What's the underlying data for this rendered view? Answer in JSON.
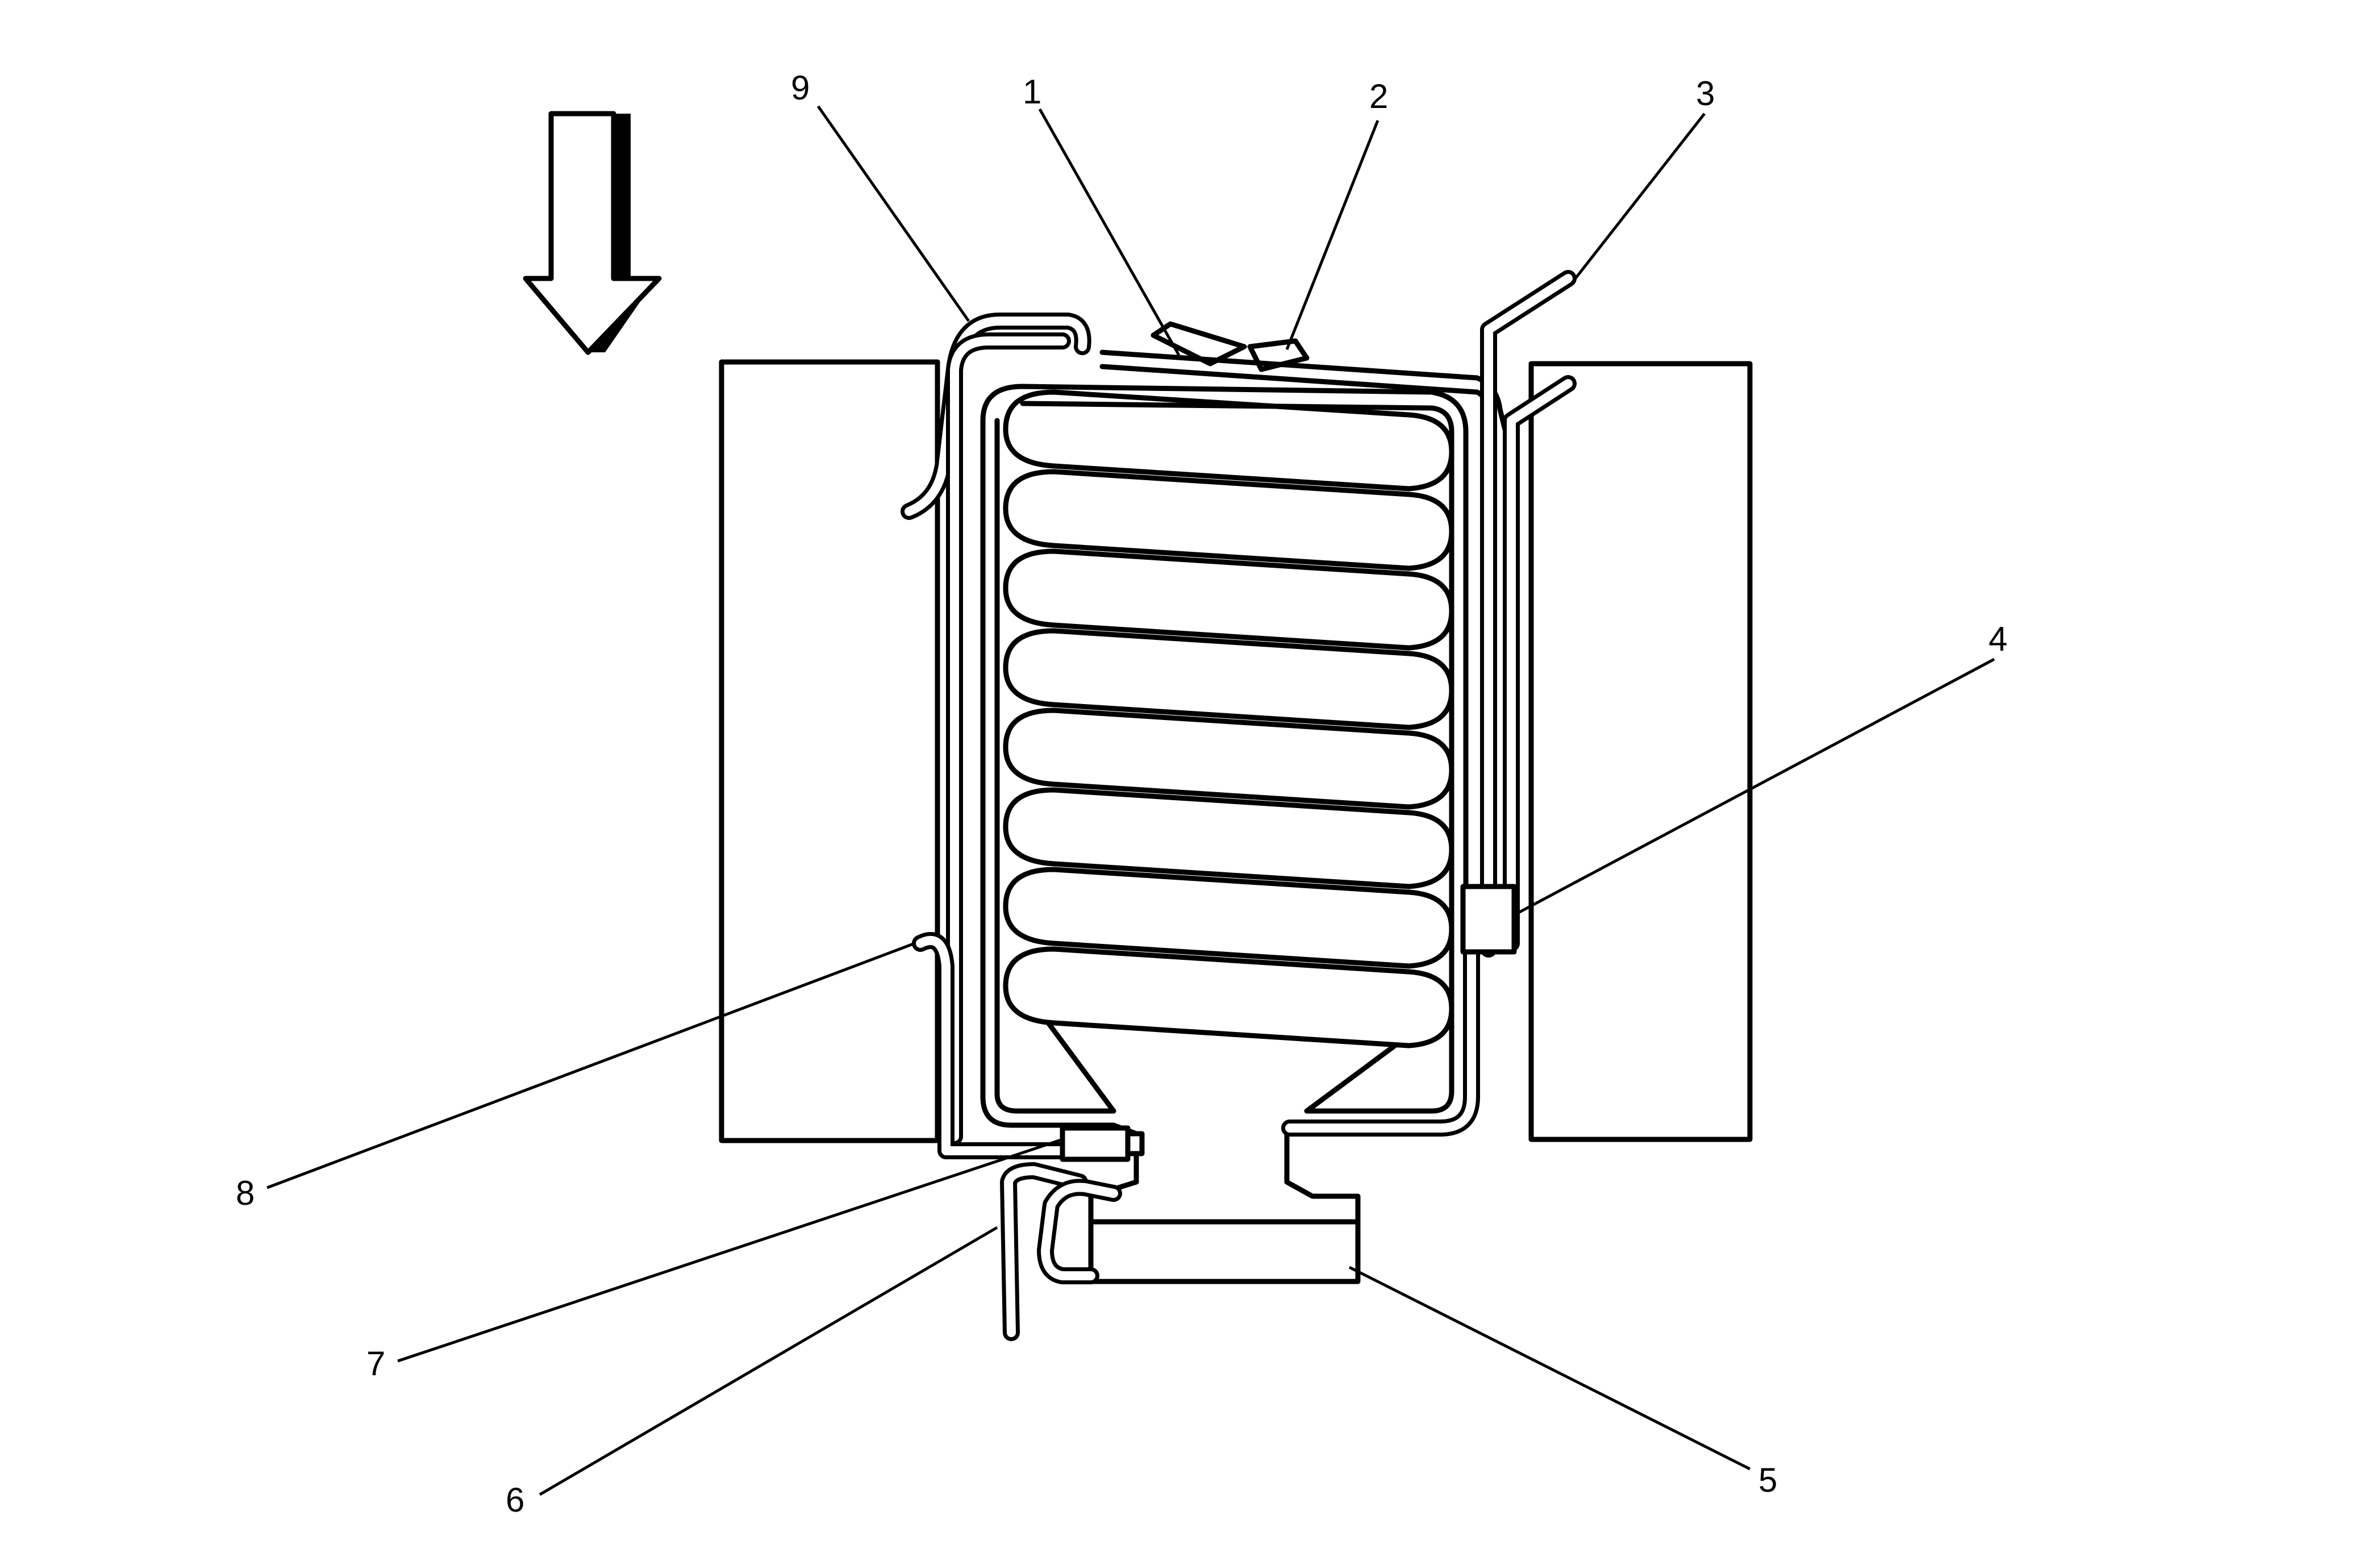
{
  "callouts": [
    {
      "id": "1",
      "label": "1"
    },
    {
      "id": "2",
      "label": "2"
    },
    {
      "id": "3",
      "label": "3"
    },
    {
      "id": "4",
      "label": "4"
    },
    {
      "id": "5",
      "label": "5"
    },
    {
      "id": "6",
      "label": "6"
    },
    {
      "id": "7",
      "label": "7"
    },
    {
      "id": "8",
      "label": "8"
    },
    {
      "id": "9",
      "label": "9"
    }
  ],
  "icons": {
    "direction": "down-arrow-icon"
  }
}
